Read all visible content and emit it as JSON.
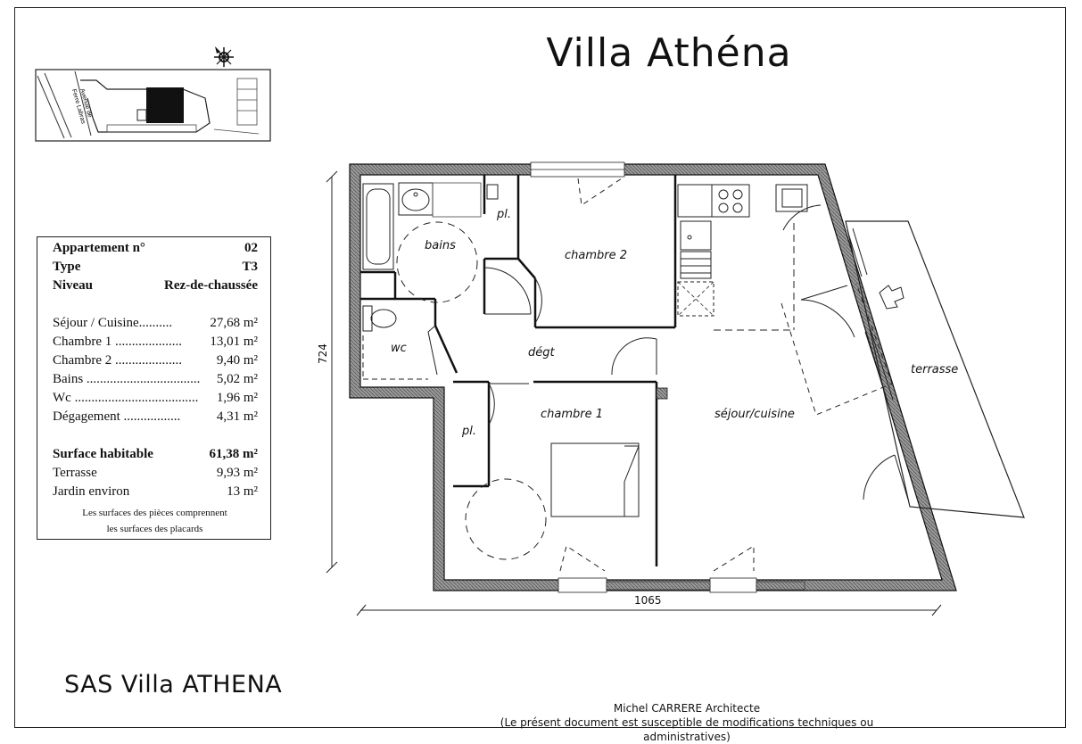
{
  "title": "Villa Athéna",
  "company": "SAS Villa ATHENA",
  "architect": "Michel CARRERE Architecte",
  "disclaimer": "(Le présent document est susceptible de modifications techniques ou administratives)",
  "location_map": {
    "street_label_1": "Avenue de",
    "street_label_2": "Ferre Labras"
  },
  "info": {
    "apartment_label": "Appartement n°",
    "apartment_value": "02",
    "type_label": "Type",
    "type_value": "T3",
    "level_label": "Niveau",
    "level_value": "Rez-de-chaussée",
    "rooms": [
      {
        "label": "Séjour / Cuisine..........",
        "value": "27,68 m²"
      },
      {
        "label": "Chambre 1 ....................",
        "value": "13,01 m²"
      },
      {
        "label": "Chambre 2 ....................",
        "value": "9,40 m²"
      },
      {
        "label": "Bains ..................................",
        "value": "5,02 m²"
      },
      {
        "label": "Wc .....................................",
        "value": "1,96 m²"
      },
      {
        "label": "Dégagement .................",
        "value": "4,31 m²"
      }
    ],
    "surface_label": "Surface habitable",
    "surface_value": "61,38 m²",
    "terrace_label": "Terrasse",
    "terrace_value": "9,93 m²",
    "garden_label": "Jardin environ",
    "garden_value": "13 m²",
    "note_line1": "Les surfaces des pièces comprennent",
    "note_line2": "les surfaces des placards"
  },
  "plan": {
    "bains": "bains",
    "chambre2": "chambre  2",
    "pl1": "pl.",
    "pl2": "pl.",
    "wc": "wc",
    "degt": "dégt",
    "chambre1": "chambre  1",
    "sejour": "séjour/cuisine",
    "terrasse": "terrasse",
    "dim_height": "724",
    "dim_width": "1065"
  }
}
